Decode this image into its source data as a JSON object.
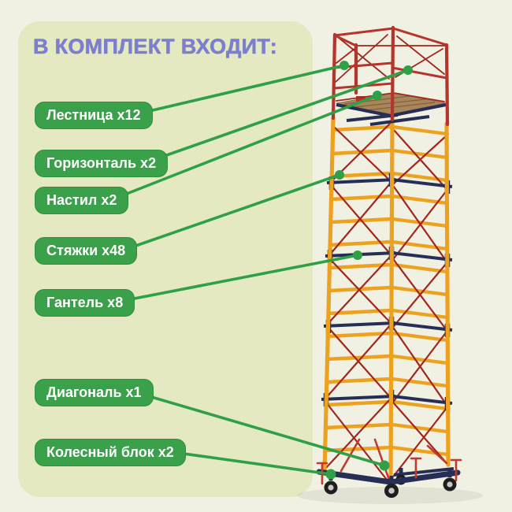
{
  "title": "В КОМПЛЕКТ ВХОДИТ:",
  "kit_items": [
    {
      "label": "Лестница x12"
    },
    {
      "label": "Горизонталь x2"
    },
    {
      "label": "Настил x2"
    },
    {
      "label": "Стяжки x48"
    },
    {
      "label": "Гантель x8"
    },
    {
      "label": "Диагональ x1"
    },
    {
      "label": "Колесный блок x2"
    }
  ],
  "colors": {
    "background": "#F0F0E3",
    "card": "#E4E9C1",
    "title": "#7C7FD0",
    "pill": "#3AA04A",
    "pill_text": "#FFFFFF",
    "connector": "#2FA046",
    "tower_red": "#B5342B",
    "tie_red": "#A2261C",
    "tower_yellow": "#EDA21F",
    "tower_navy": "#272E55",
    "wood": "#A9855C"
  }
}
